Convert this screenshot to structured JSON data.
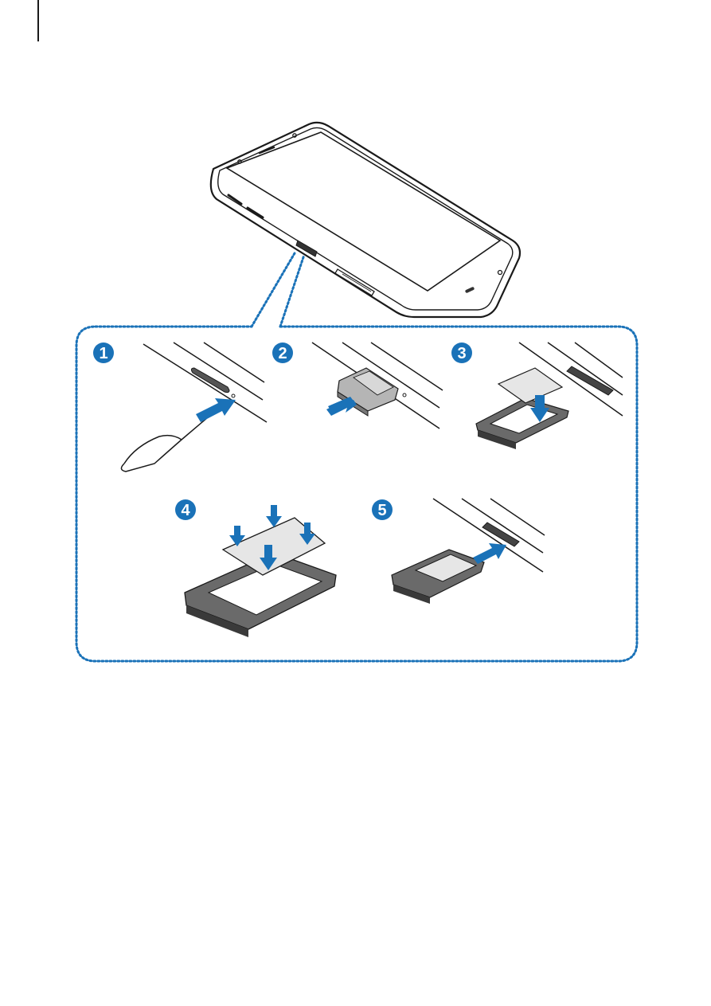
{
  "document": {
    "figure": "sim-tray-insertion-illustration"
  },
  "colors": {
    "accent_blue": "#1a72b8",
    "line": "#1a1a1a",
    "tray_dark": "#4a4a4a",
    "tray_mid": "#8c8c8c",
    "sim_fill": "#e6e6e6"
  },
  "steps": [
    {
      "number": "1"
    },
    {
      "number": "2"
    },
    {
      "number": "3"
    },
    {
      "number": "4"
    },
    {
      "number": "5"
    }
  ]
}
